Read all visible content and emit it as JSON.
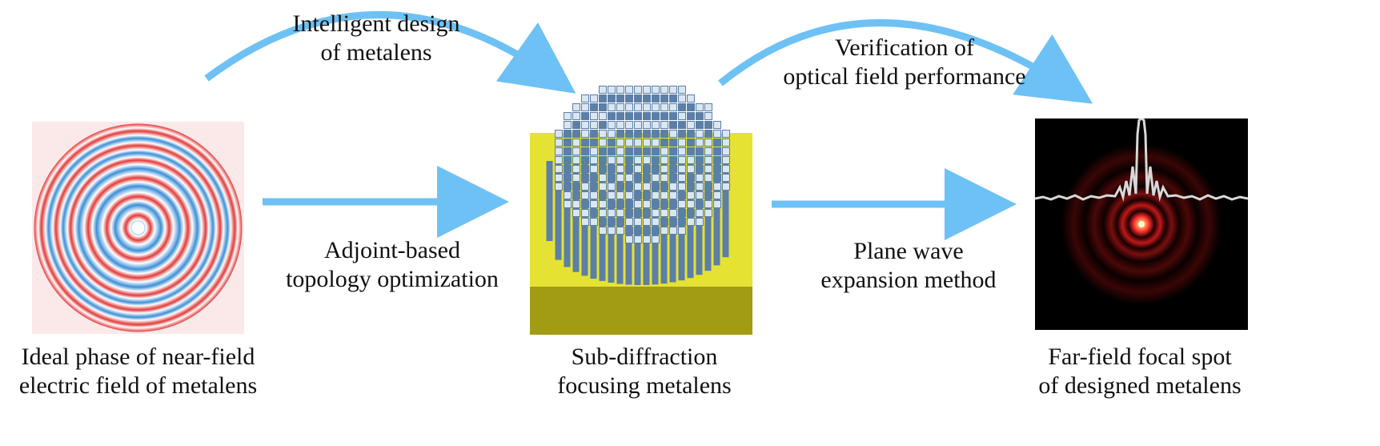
{
  "labels": {
    "arrow_top_left": [
      "Intelligent design",
      "of metalens"
    ],
    "arrow_top_right": [
      "Verification of",
      "optical field performance"
    ],
    "arrow_mid_left": [
      "Adjoint-based",
      "topology optimization"
    ],
    "arrow_mid_right": [
      "Plane wave",
      "expansion method"
    ],
    "caption_left": [
      "Ideal phase of near-field",
      "electric field of metalens"
    ],
    "caption_center": [
      "Sub-diffraction",
      "focusing metalens"
    ],
    "caption_right": [
      "Far-field focal spot",
      "of designed metalens"
    ]
  },
  "colors": {
    "arrow": "#6ec1f4",
    "ring_red": "#e23a3a",
    "ring_blue": "#3c8fd8",
    "phase_bg": "#fbe9ea",
    "substrate_top": "#e6e233",
    "substrate_bottom": "#a29b14",
    "pillar": "#5b7fa6",
    "pillar_light": "#dbe6f3",
    "focal_bg": "#000000",
    "focal_ring": "#7a0f0f",
    "profile": "#d8d8d8"
  },
  "icons": {
    "left_panel": "concentric-phase-rings",
    "center_panel": "metalens-pillar-array",
    "right_panel": "focal-spot-with-intensity-profile"
  }
}
